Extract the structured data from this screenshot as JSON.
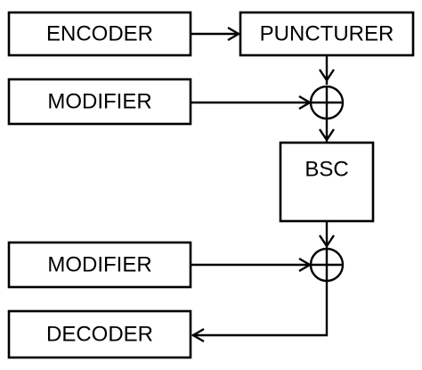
{
  "blocks": {
    "encoder": "ENCODER",
    "puncturer": "PUNCTURER",
    "modifier_top": "MODIFIER",
    "bsc": "BSC",
    "modifier_bottom": "MODIFIER",
    "decoder": "DECODER"
  },
  "operators": {
    "xor_top": "modulo-2 adder",
    "xor_bottom": "modulo-2 adder"
  }
}
